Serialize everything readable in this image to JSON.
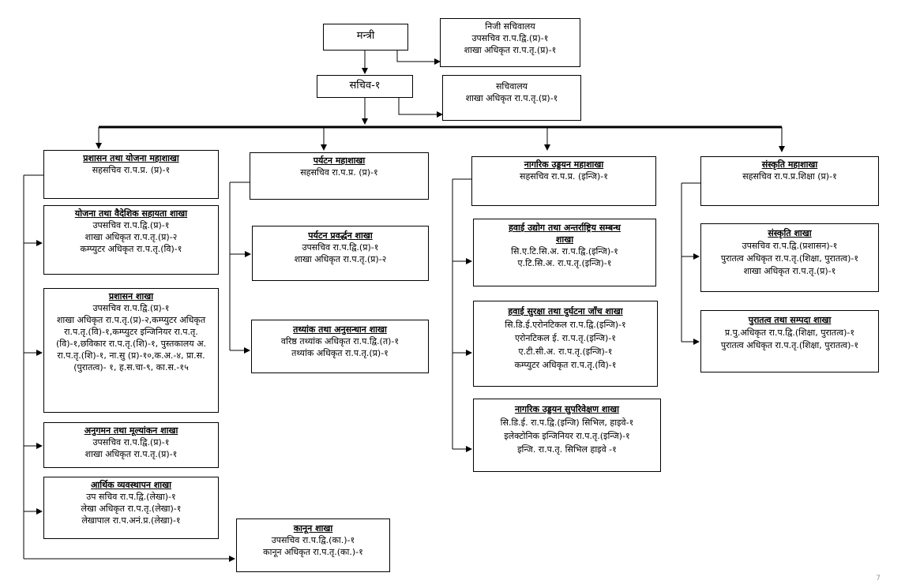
{
  "minister": {
    "title": "मन्त्री"
  },
  "minister_office": {
    "title": "निजी सचिवालय",
    "lines": [
      "उपसचिव रा.प.द्वि.(प्र)-१",
      "शाखा अधिकृत रा.प.तृ.(प्र)-१"
    ]
  },
  "secretary": {
    "title": "सचिव-१"
  },
  "secretariat": {
    "title": "सचिवालय",
    "lines": [
      "शाखा अधिकृत रा.प.तृ.(प्र)-१"
    ]
  },
  "divisions": [
    {
      "title": "प्रशासन तथा योजना महाशाखा",
      "lines": [
        "सहसचिव रा.प.प्र. (प्र)-१"
      ]
    },
    {
      "title": "पर्यटन महाशाखा",
      "lines": [
        "सहसचिव रा.प.प्र. (प्र)-१"
      ]
    },
    {
      "title": "नागरिक उड्डयन महाशाखा",
      "lines": [
        "सहसचिव रा.प.प्र. (इन्जि)-१"
      ]
    },
    {
      "title": "संस्कृति महाशाखा",
      "lines": [
        "सहसचिव रा.प.प्र.शिक्षा (प्र)-१"
      ]
    }
  ],
  "sections": {
    "admin": [
      {
        "title": "योजना तथा वैदेशिक सहायता शाखा",
        "lines": [
          "उपसचिव रा.प.द्वि.(प्र)-१",
          "शाखा अधिकृत रा.प.तृ.(प्र)-२",
          "कम्प्युटर अधिकृत रा.प.तृ.(वि)-१"
        ]
      },
      {
        "title": "प्रशासन शाखा",
        "lines": [
          "उपसचिव रा.प.द्वि.(प्र)-१",
          "शाखा अधिकृत रा.प.तृ.(प्र)-२,कम्प्युटर अधिकृत रा.प.तृ.(वि)-१,कम्प्युटर इन्जिनियर रा.प.तृ.(वि)-१,छविकार रा.प.तृ.(शि)-१, पुस्तकालय अ. रा.प.तृ.(शि)-१, ना.सु (प्र)-१०,क.अ.-४, प्रा.स.(पुरातत्व)- १, ह.स.चा-९, का.स.-१५"
        ]
      },
      {
        "title": "अनुगमन तथा मूल्यांकन शाखा",
        "lines": [
          "उपसचिव रा.प.द्वि.(प्र)-१",
          "शाखा अधिकृत रा.प.तृ.(प्र)-१"
        ]
      },
      {
        "title": "आर्थिक व्यवस्थापन शाखा",
        "lines": [
          "उप सचिव रा.प.द्वि.(लेखा)-१",
          "लेखा अधिकृत रा.प.तृ.(लेखा)-१",
          "लेखापाल रा.प.अनं.प्र.(लेखा)-१"
        ]
      }
    ],
    "law": {
      "title": "कानून शाखा",
      "lines": [
        "उपसचिव रा.प.द्वि.(का.)-१",
        "कानून अधिकृत रा.प.तृ.(का.)-१"
      ]
    },
    "tourism": [
      {
        "title": "पर्यटन प्रवर्द्धन शाखा",
        "lines": [
          "उपसचिव रा.प.द्वि.(प्र)-१",
          "शाखा अधिकृत रा.प.तृ.(प्र)-२"
        ]
      },
      {
        "title": "तथ्यांक तथा अनुसन्धान शाखा",
        "lines": [
          "वरिष्ठ तथ्यांक अधिकृत रा.प.द्वि.(त)-१",
          "तथ्यांक अधिकृत रा.प.तृ.(प्र)-१"
        ]
      }
    ],
    "aviation": [
      {
        "title": "हवाई उद्योग तथा अन्तर्राष्ट्रिय सम्बन्ध शाखा",
        "lines": [
          "सि.ए.टि.सि.अ. रा.प.द्वि.(इन्जि)-१",
          "ए.टि.सि.अ. रा.प.तृ.(इन्जि)-१"
        ]
      },
      {
        "title": "हवाई सुरक्षा तथा दुर्घटना जाँच शाखा",
        "lines": [
          "सि.डि.ई.एरोनटिकल रा.प.द्वि.(इन्जि)-१",
          "एरोनटिकल ई. रा.प.तृ.(इन्जि)-१",
          "ए.टी.सी.अ. रा.प.तृ.(इन्जि)-१",
          "कम्प्युटर अधिकृत रा.प.तृ.(वि)-१"
        ]
      },
      {
        "title": "नागरिक उड्डयन सुपरिवेक्षण शाखा",
        "lines": [
          "सि.डि.ई. रा.प.द्वि.(इन्जि) सिभिल, हाइवे-१",
          "इलेक्टोनिक इन्जिनियर रा.प.तृ.(इन्जि)-१",
          "इन्जि. रा.प.तृ. सिभिल हाइवे -१"
        ]
      }
    ],
    "culture": [
      {
        "title": "संस्कृति शाखा",
        "lines": [
          "उपसचिव रा.प.द्वि.(प्रशासन)-१",
          "पुरातत्व अधिकृत रा.प.तृ.(शिक्षा, पुरातत्व)-१",
          "शाखा अधिकृत रा.प.तृ.(प्र)-१"
        ]
      },
      {
        "title": "पुरातत्व तथा सम्पदा शाखा",
        "lines": [
          "प्र.पु.अधिकृत रा.प.द्वि.(शिक्षा, पुरातत्व)-१",
          "पुरातत्व अधिकृत रा.प.तृ.(शिक्षा, पुरातत्व)-१"
        ]
      }
    ]
  },
  "page_number": "7"
}
